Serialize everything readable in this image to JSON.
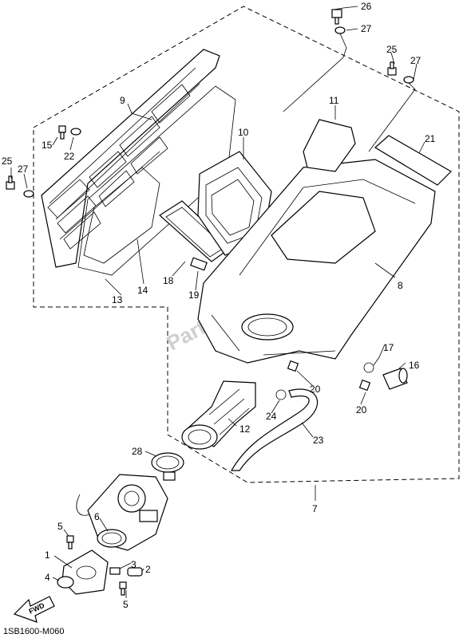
{
  "diagram": {
    "code": "1SB1600-M060",
    "watermark": "PartsRepublik",
    "fwd_label": "FWD",
    "callouts": {
      "c1": "1",
      "c2": "2",
      "c3": "3",
      "c4": "4",
      "c5a": "5",
      "c5b": "5",
      "c6": "6",
      "c7": "7",
      "c8": "8",
      "c9": "9",
      "c10": "10",
      "c11": "11",
      "c12": "12",
      "c13": "13",
      "c14": "14",
      "c15": "15",
      "c16": "16",
      "c17": "17",
      "c18": "18",
      "c19": "19",
      "c20a": "20",
      "c20b": "20",
      "c21": "21",
      "c22": "22",
      "c23": "23",
      "c24": "24",
      "c25a": "25",
      "c25b": "25",
      "c26": "26",
      "c27a": "27",
      "c27b": "27",
      "c27c": "27",
      "c28": "28"
    }
  }
}
